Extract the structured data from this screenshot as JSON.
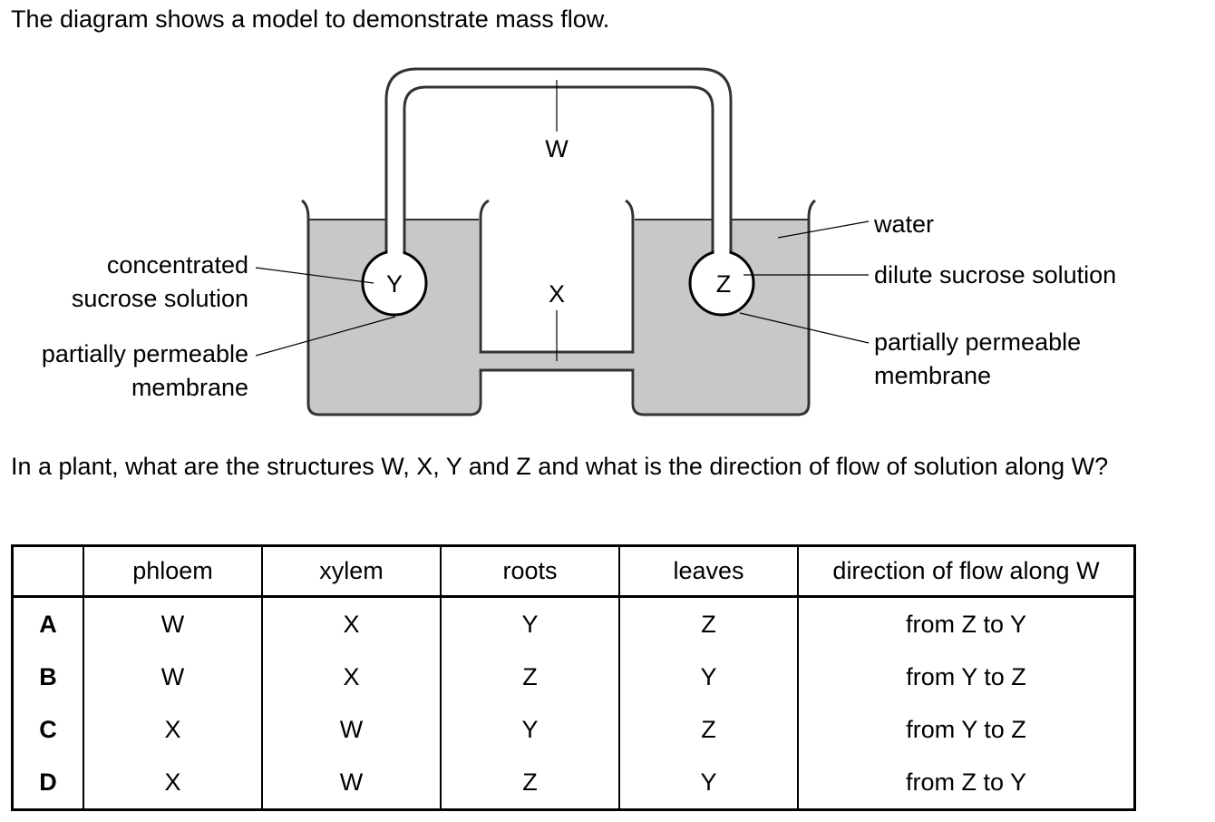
{
  "intro": "The diagram shows a model to demonstrate mass flow.",
  "diagram": {
    "labels": {
      "w": "W",
      "x": "X",
      "y": "Y",
      "z": "Z",
      "water": "water",
      "dilute": "dilute sucrose solution",
      "conc_1": "concentrated",
      "conc_2": "sucrose solution",
      "ppm_left_1": "partially permeable",
      "ppm_left_2": "membrane",
      "ppm_right_1": "partially permeable",
      "ppm_right_2": "membrane"
    },
    "colors": {
      "liquid": "#c8c8c8",
      "outline": "#333333"
    }
  },
  "question": "In a plant, what are the structures W, X, Y and Z and what is the direction of flow of solution along W?",
  "table": {
    "headers": [
      "",
      "phloem",
      "xylem",
      "roots",
      "leaves",
      "direction of flow along W"
    ],
    "rows": [
      {
        "key": "A",
        "phloem": "W",
        "xylem": "X",
        "roots": "Y",
        "leaves": "Z",
        "direction": "from Z to Y"
      },
      {
        "key": "B",
        "phloem": "W",
        "xylem": "X",
        "roots": "Z",
        "leaves": "Y",
        "direction": "from Y to Z"
      },
      {
        "key": "C",
        "phloem": "X",
        "xylem": "W",
        "roots": "Y",
        "leaves": "Z",
        "direction": "from Y to Z"
      },
      {
        "key": "D",
        "phloem": "X",
        "xylem": "W",
        "roots": "Z",
        "leaves": "Y",
        "direction": "from Z to Y"
      }
    ]
  }
}
